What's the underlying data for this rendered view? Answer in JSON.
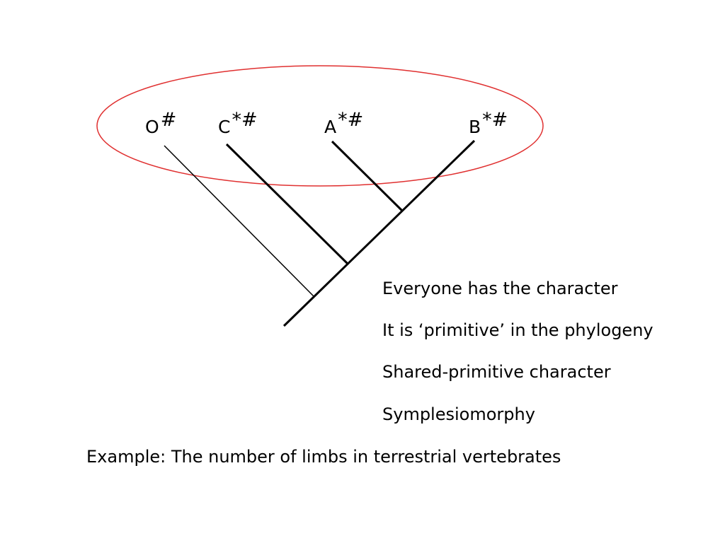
{
  "taxa": [
    {
      "name": "O",
      "marks": "#"
    },
    {
      "name": "C",
      "marks": "*#"
    },
    {
      "name": "A",
      "marks": "*#"
    },
    {
      "name": "B",
      "marks": "*#"
    }
  ],
  "notes": [
    "Everyone has the character",
    "It is ‘primitive’ in the phylogeny",
    "Shared-primitive character",
    "Symplesiomorphy"
  ],
  "example": "Example:  The number of limbs in terrestrial vertebrates",
  "colors": {
    "ellipse": "#e03030",
    "lines": "#000000"
  }
}
